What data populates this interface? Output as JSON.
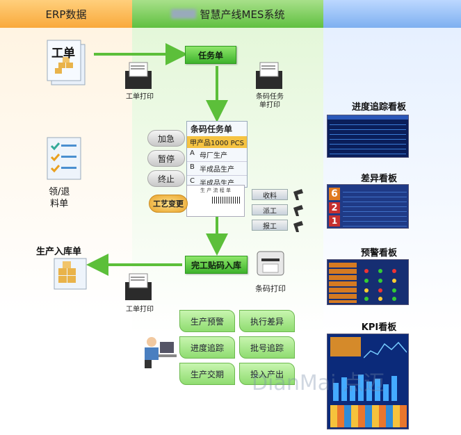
{
  "header": {
    "erp_title": "ERP数据",
    "mes_title": "智慧产线MES系统"
  },
  "erp": {
    "work_order": "工单",
    "material_doc": "领/退\n料单",
    "inbound_doc": "生产入库单"
  },
  "mes": {
    "task_order": "任务单",
    "complete_inbound": "完工贴码入库",
    "print_work_order_1": "工单打印",
    "print_barcode_task": "条码任务\n单打印",
    "print_work_order_2": "工单打印",
    "barcode_print": "条码打印",
    "barcode_task": {
      "title": "条码任务单",
      "highlight": "甲产品1000 PCS",
      "rows": [
        {
          "key": "A",
          "value": "母厂生产"
        },
        {
          "key": "B",
          "value": "半成品生产"
        },
        {
          "key": "C",
          "value": "半成品生产"
        }
      ]
    },
    "flow_card_title": "生 产 流 程 单",
    "controls": [
      "加急",
      "暂停",
      "终止"
    ],
    "process_change": "工艺变更",
    "scan_actions": [
      "收料",
      "派工",
      "报工"
    ],
    "functions": [
      [
        "生产预警",
        "执行差异"
      ],
      [
        "进度追踪",
        "批号追踪"
      ],
      [
        "生产交期",
        "投入产出"
      ]
    ]
  },
  "boards": [
    {
      "title": "进度追踪看板"
    },
    {
      "title": "差异看板",
      "big_numbers": [
        "6",
        "2",
        "1"
      ]
    },
    {
      "title": "预警看板"
    },
    {
      "title": "KPI看板"
    }
  ],
  "watermark": "DianMai 点迈",
  "colors": {
    "erp_header": "#f9a93b",
    "mes_header": "#60c040",
    "arrow": "#5cbf3a"
  }
}
